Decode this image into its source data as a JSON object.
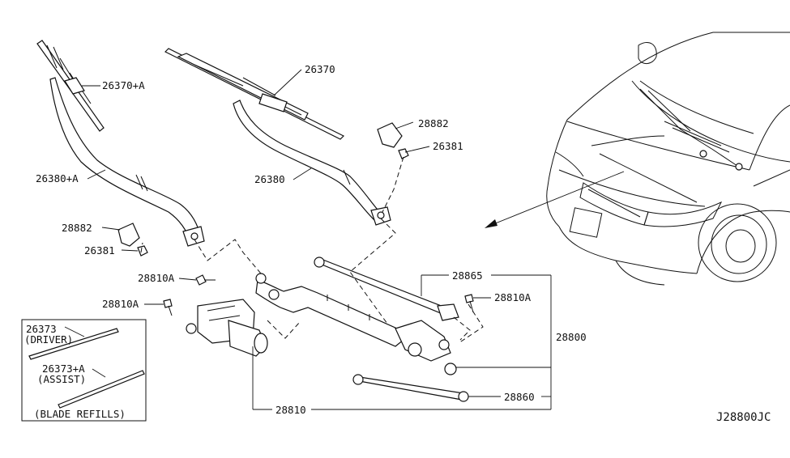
{
  "diagram_code": "J28800JC",
  "labels": {
    "p26370a": "26370+A",
    "p26370": "26370",
    "p28882_right": "28882",
    "p26381_right": "26381",
    "p26380a": "26380+A",
    "p26380": "26380",
    "p28882_left": "28882",
    "p26381_left": "26381",
    "p28810a_upper": "28810A",
    "p28810a_lower": "28810A",
    "p28810a_right": "28810A",
    "p28865": "28865",
    "p28800": "28800",
    "p28860": "28860",
    "p28810": "28810"
  },
  "refills": {
    "driver_code": "26373",
    "driver_note": "(DRIVER)",
    "assist_code": "26373+A",
    "assist_note": "(ASSIST)",
    "caption": "(BLADE REFILLS)"
  }
}
